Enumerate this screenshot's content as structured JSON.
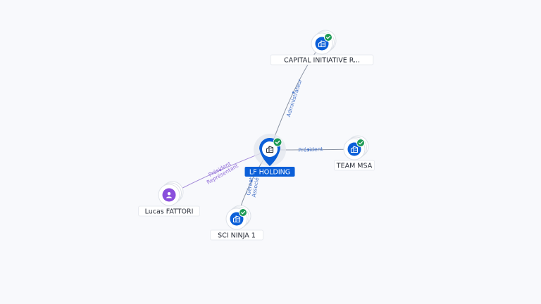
{
  "colors": {
    "company": "#0b5fd8",
    "person": "#8a4fdc",
    "verified": "#1e9a55",
    "edge_company": "#8a93a3",
    "edge_person": "#a38ad8",
    "label_company": "#4a76c8",
    "label_person": "#8f6ad8"
  },
  "center": {
    "label": "LF HOLDING",
    "icon": "building-icon",
    "verified": true
  },
  "nodes": [
    {
      "id": "capital",
      "label": "CAPITAL INITIATIVE R...",
      "type": "company",
      "icon": "building-icon",
      "verified": true
    },
    {
      "id": "team_msa",
      "label": "TEAM MSA",
      "type": "company",
      "icon": "building-icon",
      "verified": true
    },
    {
      "id": "sci_ninja",
      "label": "SCI NINJA 1",
      "type": "company",
      "icon": "building-icon",
      "verified": true
    },
    {
      "id": "lucas",
      "label": "Lucas FATTORI",
      "type": "person",
      "icon": "person-icon",
      "verified": false
    }
  ],
  "edges": [
    {
      "to": "capital",
      "roles": [
        "Administrateur"
      ]
    },
    {
      "to": "team_msa",
      "roles": [
        "Président"
      ]
    },
    {
      "to": "sci_ninja",
      "roles": [
        "Gérant",
        "Associé"
      ]
    },
    {
      "to": "lucas",
      "roles": [
        "Président",
        "Représentant"
      ]
    }
  ]
}
